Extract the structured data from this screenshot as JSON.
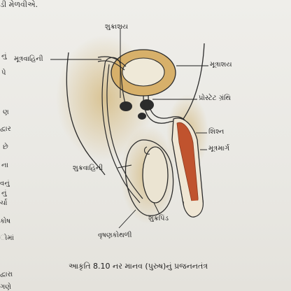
{
  "header_fragment": "ડી મેળવીએ.",
  "margin_fragments": [
    "નું",
    "પે",
    "ણ",
    "દ્વાર",
    "છે",
    "ના",
    "વનું",
    "નું",
    "ર્ચા",
    "કોષ",
    "ોમાં",
    "દ્વારા",
    "ગણે"
  ],
  "labels": {
    "seminal_vesicle": "શુક્રાશય",
    "ureter": "મૂત્રવાહિની",
    "urinary_bladder": "મૂત્રાશય",
    "prostate_gland": "પ્રોસ્ટેટ ગ્રંથિ",
    "penis": "શિશ્ન",
    "urethra": "મૂત્રમાર્ગ",
    "vas_deferens": "શુક્રવાહિની",
    "testis": "શુક્રપિંડ",
    "scrotum": "વૃષણકોથળી"
  },
  "caption": "આકૃતિ 8.10 નર માનવ (પુરુષ)નું પ્રજનનતંત્ર",
  "colors": {
    "outline": "#2b2b2b",
    "bladder_wall": "#d7b06a",
    "shading": "#c9a24e",
    "erectile_tissue": "#c0532e",
    "organ_dark": "#2c2c2c",
    "background": "#ecebe7"
  }
}
